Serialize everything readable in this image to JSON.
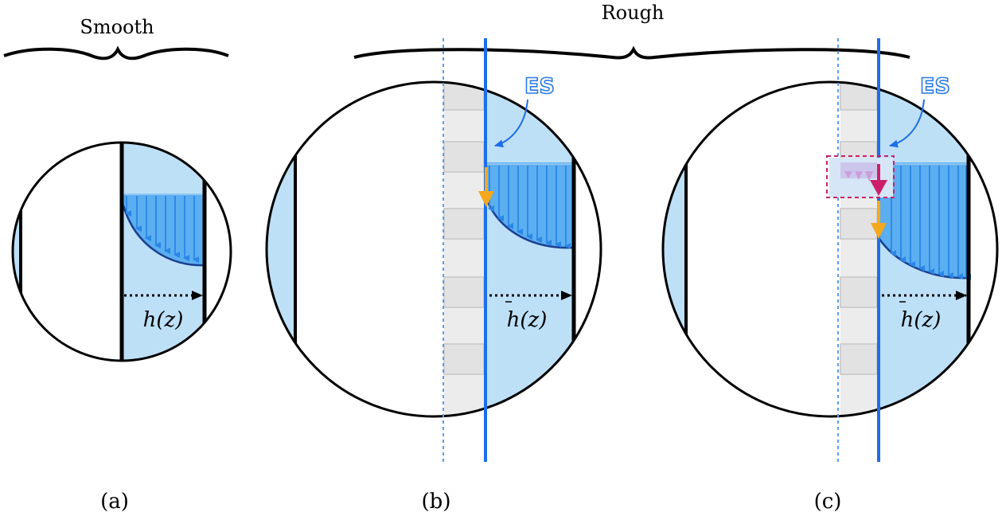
{
  "group_labels": {
    "smooth": "Smooth",
    "rough": "Rough"
  },
  "panels": {
    "a": {
      "caption": "(a)",
      "gap_label": "h(z)"
    },
    "b": {
      "caption": "(b)",
      "gap_label": "h(z)",
      "es_label": "ES"
    },
    "c": {
      "caption": "(c)",
      "gap_label": "h(z)",
      "es_label": "ES"
    }
  },
  "colors": {
    "fluid": "#bde0f7",
    "film": "#4aa5ee",
    "equivalent_surface": "#1d6ee8",
    "wall": "#000000",
    "roughness": "#e4e4e4",
    "slip_arrow": "#f4a81d",
    "highlight": "#cc1f6a"
  },
  "icons": [
    "brace-icon",
    "arrow-icon",
    "slip-arrow-icon"
  ]
}
